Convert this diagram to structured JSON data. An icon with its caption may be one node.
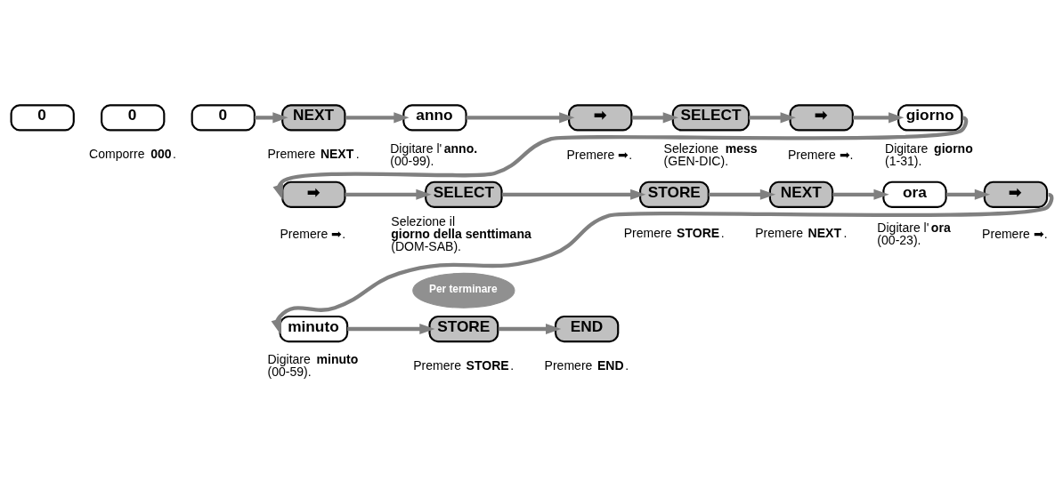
{
  "diagram": {
    "nodes": [
      {
        "text": [
          "0"
        ]
      },
      {
        "text": [
          "0"
        ],
        "beside": [
          "Comporre **000**."
        ]
      },
      {
        "text": [
          "0"
        ]
      },
      {
        "text": [
          "NEXT"
        ],
        "beside": [
          "Premere **NEXT**."
        ]
      },
      {
        "text": [
          "anno"
        ],
        "beside": [
          "Digitare l'**anno.** (00-99)."
        ]
      },
      {
        "text": [
          "➡"
        ],
        "beside": [
          "Premere ➡."
        ]
      },
      {
        "text": [
          "SELECT"
        ],
        "beside": [
          "Selezione **mess** (GEN-DIC)."
        ]
      },
      {
        "text": [
          "➡"
        ],
        "beside": [
          "Premere ➡."
        ]
      },
      {
        "text": [
          "giorno"
        ],
        "beside": [
          "Digitare **giorno** (1-31)."
        ]
      },
      {
        "text": [
          "➡"
        ],
        "beside": [
          "Premere ➡."
        ]
      },
      {
        "text": [
          "SELECT"
        ],
        "beside": [
          "Selezione il **giorno della senttimana** (DOM-SAB)."
        ]
      },
      {
        "text": [
          "STORE"
        ],
        "beside": [
          "Premere **STORE**."
        ]
      },
      {
        "text": [
          "NEXT"
        ],
        "beside": [
          "Premere **NEXT**."
        ]
      },
      {
        "text": [
          "ora"
        ],
        "beside": [
          "Digitare l'**ora** (00-23)."
        ]
      },
      {
        "text": [
          "➡"
        ],
        "beside": [
          "Premere ➡."
        ]
      },
      {
        "text": [
          "Per terminare"
        ]
      },
      {
        "text": [
          "minuto"
        ],
        "beside": [
          "Digitare **minuto** (00-59)."
        ]
      },
      {
        "text": [
          "STORE"
        ],
        "beside": [
          "Premere **STORE**."
        ]
      },
      {
        "text": [
          "END"
        ],
        "beside": [
          "Premere **END**."
        ]
      }
    ],
    "edges": [
      {
        "from": 2,
        "to": 3,
        "arrow": "to"
      },
      {
        "from": 3,
        "to": 4,
        "arrow": "to"
      },
      {
        "from": 4,
        "to": 5,
        "arrow": "to"
      },
      {
        "from": 5,
        "to": 6,
        "arrow": "to"
      },
      {
        "from": 6,
        "to": 7,
        "arrow": "to"
      },
      {
        "from": 7,
        "to": 8,
        "arrow": "to"
      },
      {
        "from": 8,
        "to": 9,
        "arrow": "to"
      },
      {
        "from": 9,
        "to": 10,
        "arrow": "to"
      },
      {
        "from": 10,
        "to": 11,
        "arrow": "to"
      },
      {
        "from": 11,
        "to": 12,
        "arrow": "to"
      },
      {
        "from": 12,
        "to": 13,
        "arrow": "to"
      },
      {
        "from": 13,
        "to": 14,
        "arrow": "to"
      },
      {
        "from": 14,
        "to": 16,
        "arrow": "to"
      },
      {
        "from": 16,
        "to": 17,
        "arrow": "to"
      },
      {
        "from": 17,
        "to": 18,
        "arrow": "to"
      }
    ]
  }
}
